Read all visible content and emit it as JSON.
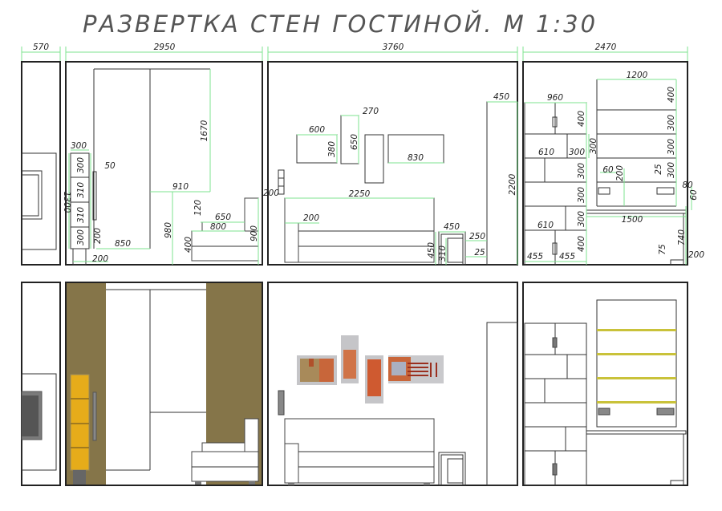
{
  "title": "РАЗВЕРТКА СТЕН ГОСТИНОЙ. М 1:30",
  "walls": [
    {
      "width": "570",
      "dims": []
    },
    {
      "width": "2950",
      "dims": [
        "300",
        "300",
        "310",
        "310",
        "300",
        "1300",
        "50",
        "1670",
        "910",
        "980",
        "200",
        "850",
        "200",
        "120",
        "650",
        "800",
        "400",
        "900"
      ]
    },
    {
      "width": "3760",
      "dims": [
        "200",
        "600",
        "380",
        "270",
        "650",
        "830",
        "2250",
        "200",
        "450",
        "250",
        "25",
        "450",
        "310",
        "450",
        "2200"
      ]
    },
    {
      "width": "2470",
      "dims": [
        "1200",
        "400",
        "300",
        "300",
        "300",
        "960",
        "400",
        "300",
        "610",
        "300",
        "300",
        "300",
        "300",
        "610",
        "400",
        "455",
        "455",
        "60",
        "200",
        "25",
        "80",
        "60",
        "1500",
        "740",
        "75",
        "200"
      ]
    }
  ],
  "colors": {
    "dimension_lines": "#7de38f",
    "accent_wall": "#857549",
    "shelf_unit": "#e6ac1a",
    "shelf_strip": "#c9c23a",
    "tv_screen": "#555555",
    "artwork_orange": "#c8663a"
  }
}
